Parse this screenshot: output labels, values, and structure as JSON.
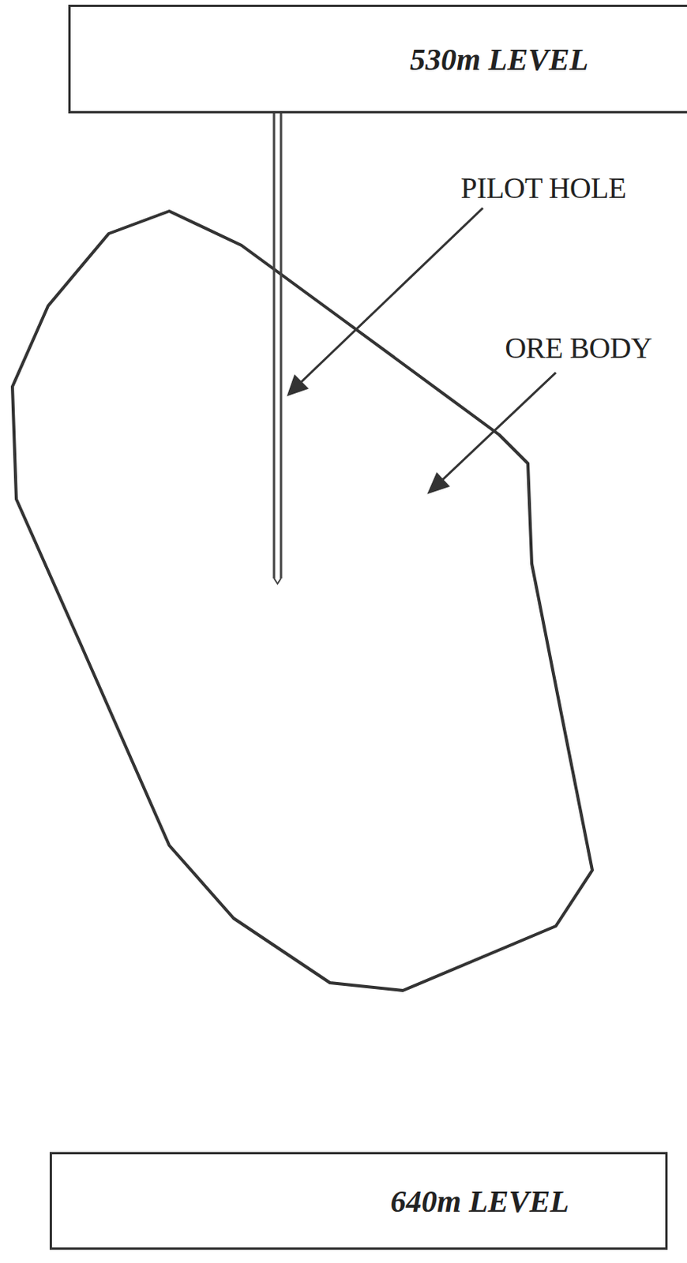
{
  "diagram": {
    "nodes": [
      {
        "text": [
          "530m LEVEL"
        ]
      },
      {
        "text": [
          "640m LEVEL"
        ]
      }
    ],
    "labels": [
      "PILOT HOLE",
      "ORE BODY"
    ]
  }
}
